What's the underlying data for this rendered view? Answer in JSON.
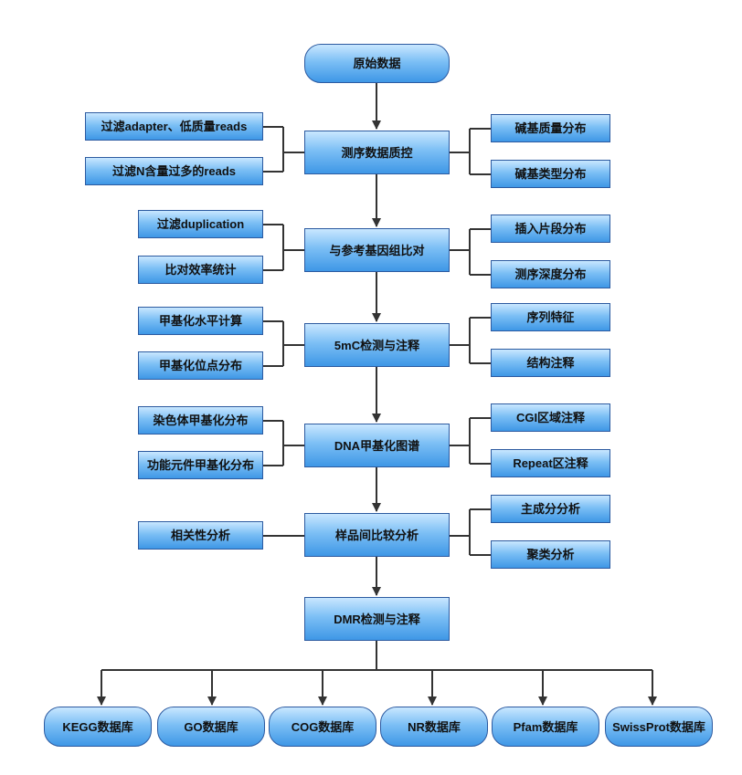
{
  "top": "原始数据",
  "main": [
    "测序数据质控",
    "与参考基因组比对",
    "5mC检测与注释",
    "DNA甲基化图谱",
    "样品间比较分析",
    "DMR检测与注释"
  ],
  "left": [
    [
      "过滤adapter、低质量reads",
      "过滤N含量过多的reads"
    ],
    [
      "过滤duplication",
      "比对效率统计"
    ],
    [
      "甲基化水平计算",
      "甲基化位点分布"
    ],
    [
      "染色体甲基化分布",
      "功能元件甲基化分布"
    ],
    [
      "相关性分析"
    ]
  ],
  "right": [
    [
      "碱基质量分布",
      "碱基类型分布"
    ],
    [
      "插入片段分布",
      "测序深度分布"
    ],
    [
      "序列特征",
      "结构注释"
    ],
    [
      "CGI区域注释",
      "Repeat区注释"
    ],
    [
      "主成分分析",
      "聚类分析"
    ]
  ],
  "databases": [
    "KEGG数据库",
    "GO数据库",
    "COG数据库",
    "NR数据库",
    "Pfam数据库",
    "SwissProt数据库"
  ],
  "colors": {
    "line": "#333333",
    "box_border": "#2c5aa0",
    "box_fill": "#5aaaf0"
  }
}
